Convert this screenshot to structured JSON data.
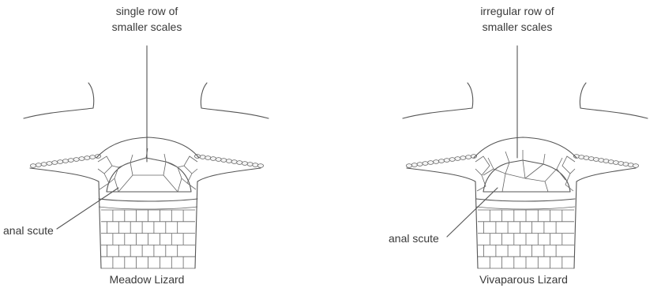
{
  "figures": [
    {
      "name": "Meadow Lizard",
      "callout_top": [
        "single row of",
        "smaller scales"
      ],
      "callout_side": "anal scute",
      "variant": "single-row"
    },
    {
      "name": "Vivaparous Lizard",
      "callout_top": [
        "irregular row of",
        "smaller scales"
      ],
      "callout_side": "anal scute",
      "variant": "irregular-row"
    }
  ]
}
